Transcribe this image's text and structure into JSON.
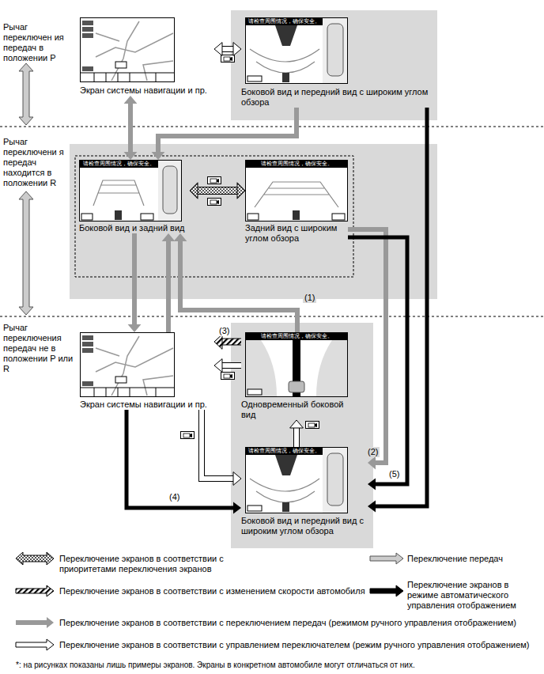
{
  "diagram": {
    "nodes": [
      {
        "text": [
          "Экран системы навигации и пр."
        ]
      },
      {
        "text": [
          "Боковой вид и передний вид с широким углом обзора"
        ]
      },
      {
        "text": [
          "Боковой вид и задний вид"
        ]
      },
      {
        "text": [
          "Задний вид с широким углом обзора"
        ]
      },
      {
        "text": [
          "Экран системы навигации и пр."
        ]
      },
      {
        "text": [
          "Одновременный боковой вид"
        ]
      },
      {
        "text": [
          "Боковой вид и передний вид с широким углом обзора"
        ]
      }
    ],
    "edges": [
      {
        "from": 0,
        "to": 1,
        "arrow": "both"
      },
      {
        "from": 0,
        "to": 2,
        "arrow": "both"
      },
      {
        "from": 1,
        "to": 2,
        "arrow": "to"
      },
      {
        "from": 2,
        "to": 3,
        "arrow": "both"
      },
      {
        "from": 2,
        "to": 4,
        "arrow": "to"
      },
      {
        "from": 4,
        "to": 2,
        "arrow": "to"
      },
      {
        "from": 5,
        "to": 2,
        "label": "(1)",
        "arrow": "to"
      },
      {
        "from": 3,
        "to": 6,
        "label": "(2)",
        "arrow": "to"
      },
      {
        "from": 3,
        "to": 6,
        "label": "(5)",
        "arrow": "to"
      },
      {
        "from": 1,
        "to": 6,
        "arrow": "to"
      },
      {
        "from": 5,
        "to": 4,
        "label": "(3)",
        "arrow": "to"
      },
      {
        "from": 5,
        "to": 4,
        "arrow": "to"
      },
      {
        "from": 4,
        "to": 6,
        "arrow": "to"
      },
      {
        "from": 6,
        "to": 5,
        "arrow": "to"
      },
      {
        "from": 4,
        "to": 6,
        "label": "(4)",
        "arrow": "to"
      }
    ],
    "labels": [
      "Рычаг переключен ия передач в положении P",
      "Рычаг переключени я передач находится в положении R",
      "Рычаг переключения передач не в положении P или R",
      "请检查周围情况，确保安全。",
      "请检查周围情况，确保安全。",
      "请检查周围情况，确保安全。",
      "请检查周围情况，确保安全。",
      "请检查周围情况，确保安全。",
      "*: на рисунках показаны лишь примеры экранов. Экраны в конкретном автомобиле могут отличаться от них."
    ],
    "legend": [
      {
        "text": "Переключение экранов в соответствии с приоритетами переключения экранов"
      },
      {
        "text": "Переключение передач"
      },
      {
        "text": "Переключение экранов в соответствии с изменением скорости автомобиля"
      },
      {
        "text": "Переключение экранов в режиме автоматического управления отображением"
      },
      {
        "text": "Переключение экранов в соответствии с переключением передач (режимом ручного управления отображением)"
      },
      {
        "text": "Переключение экранов в соответствии с управлением переключателем (режим ручного управления отображением)"
      }
    ]
  }
}
